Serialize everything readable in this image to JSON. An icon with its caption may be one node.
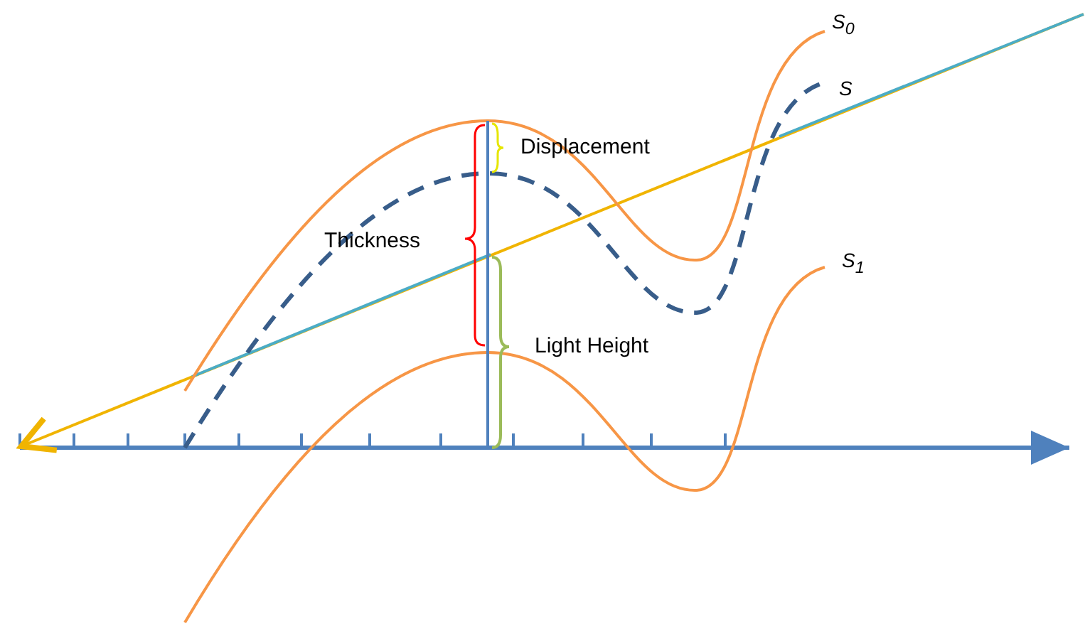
{
  "diagram": {
    "labels": [
      "S$_{0}$",
      "S",
      "Displacement",
      "Thickness",
      "S$_{1}$",
      "Light Height"
    ]
  }
}
